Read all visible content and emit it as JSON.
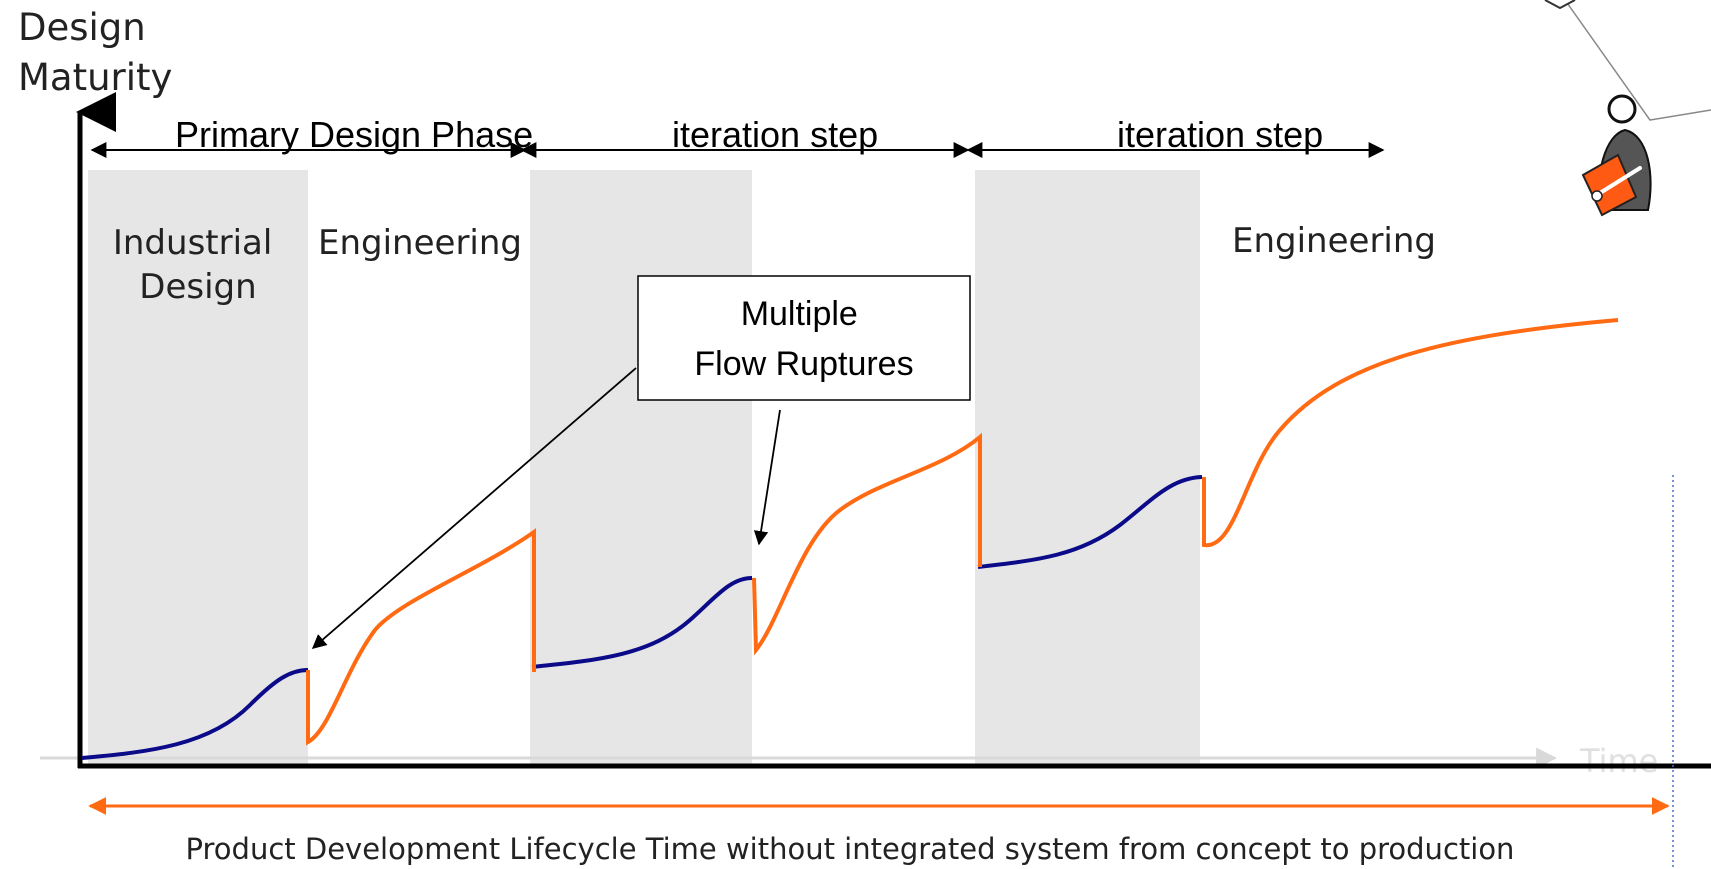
{
  "axes": {
    "y_label_line1": "Design",
    "y_label_line2": "Maturity",
    "x_label": "Time"
  },
  "phases": {
    "primary": "Primary Design Phase",
    "iteration1": "iteration step",
    "iteration2": "iteration step"
  },
  "zones": {
    "industrial_line1": "Industrial",
    "industrial_line2": "Design",
    "engineering1": "Engineering",
    "engineering2": "Engineering"
  },
  "callout": {
    "line1": "Multiple",
    "line2": "Flow Ruptures"
  },
  "footer": {
    "caption": "Product Development Lifecycle Time without integrated system from concept to production"
  },
  "colors": {
    "band": "#e6e6e6",
    "design_curve": "#0b0b8a",
    "engineering_curve": "#ff6a13",
    "axis": "#000000",
    "lifecycle_arrow": "#ff6a13",
    "time_axis": "#d9d9d9"
  },
  "icons": [
    "person-with-clipboard-icon"
  ]
}
